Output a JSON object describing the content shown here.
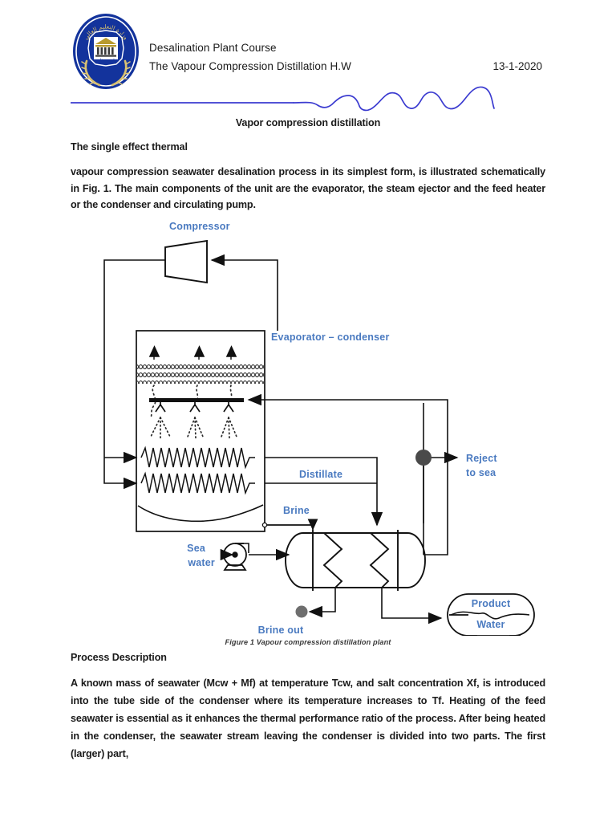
{
  "header": {
    "logo_name": "university-seal-logo",
    "line1": "Desalination Plant Course",
    "line2": "The Vapour Compression Distillation H.W",
    "date": "13-1-2020",
    "rule_color": "#3b3bd0"
  },
  "document": {
    "title": "Vapor compression distillation",
    "subheading": "The single effect thermal",
    "intro_paragraph": "vapour compression seawater desalination process in its simplest form, is illustrated schematically in Fig. 1. The main components of the unit are the evaporator, the steam ejector and the feed heater or the condenser and circulating pump.",
    "figure_caption": "Figure 1 Vapour compression distillation plant",
    "section_heading": "Process Description",
    "body_paragraph": "A known mass of seawater (Mcw + Mf) at temperature Tcw, and salt concentration Xf, is introduced into the tube side of the condenser where its temperature increases to Tf. Heating of the feed seawater is essential as it enhances the thermal performance ratio of the process. After being heated in the condenser, the seawater stream leaving the condenser is divided into two parts. The first (larger) part,"
  },
  "diagram": {
    "label_color": "#4a7ac0",
    "line_color": "#111111",
    "node_color": "#4a4a4a",
    "labels": {
      "compressor": "Compressor",
      "evaporator_condenser": "Evaporator – condenser",
      "distillate": "Distillate",
      "brine": "Brine",
      "reject_to_sea_line1": "Reject",
      "reject_to_sea_line2": "to sea",
      "sea_water_line1": "Sea",
      "sea_water_line2": "water",
      "brine_out": "Brine out",
      "product_water_line1": "Product",
      "product_water_line2": "Water"
    }
  }
}
